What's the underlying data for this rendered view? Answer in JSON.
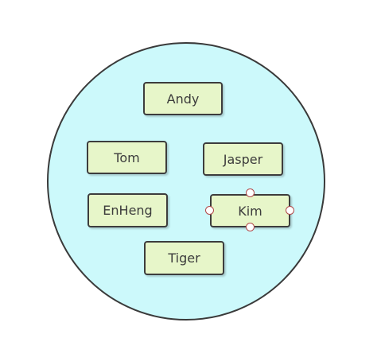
{
  "diagram": {
    "container": {
      "fill": "#ccf9fb",
      "stroke": "#3a3a3a"
    },
    "node_style": {
      "fill": "#e7f6c9",
      "stroke": "#3d3d3d",
      "text_color": "#3c3c3c"
    },
    "nodes": [
      {
        "id": "andy",
        "label": "Andy",
        "selected": false
      },
      {
        "id": "tom",
        "label": "Tom",
        "selected": false
      },
      {
        "id": "jasper",
        "label": "Jasper",
        "selected": false
      },
      {
        "id": "enheng",
        "label": "EnHeng",
        "selected": false
      },
      {
        "id": "kim",
        "label": "Kim",
        "selected": true
      },
      {
        "id": "tiger",
        "label": "Tiger",
        "selected": false
      }
    ],
    "selection_handle_color": "#b24a4a"
  }
}
